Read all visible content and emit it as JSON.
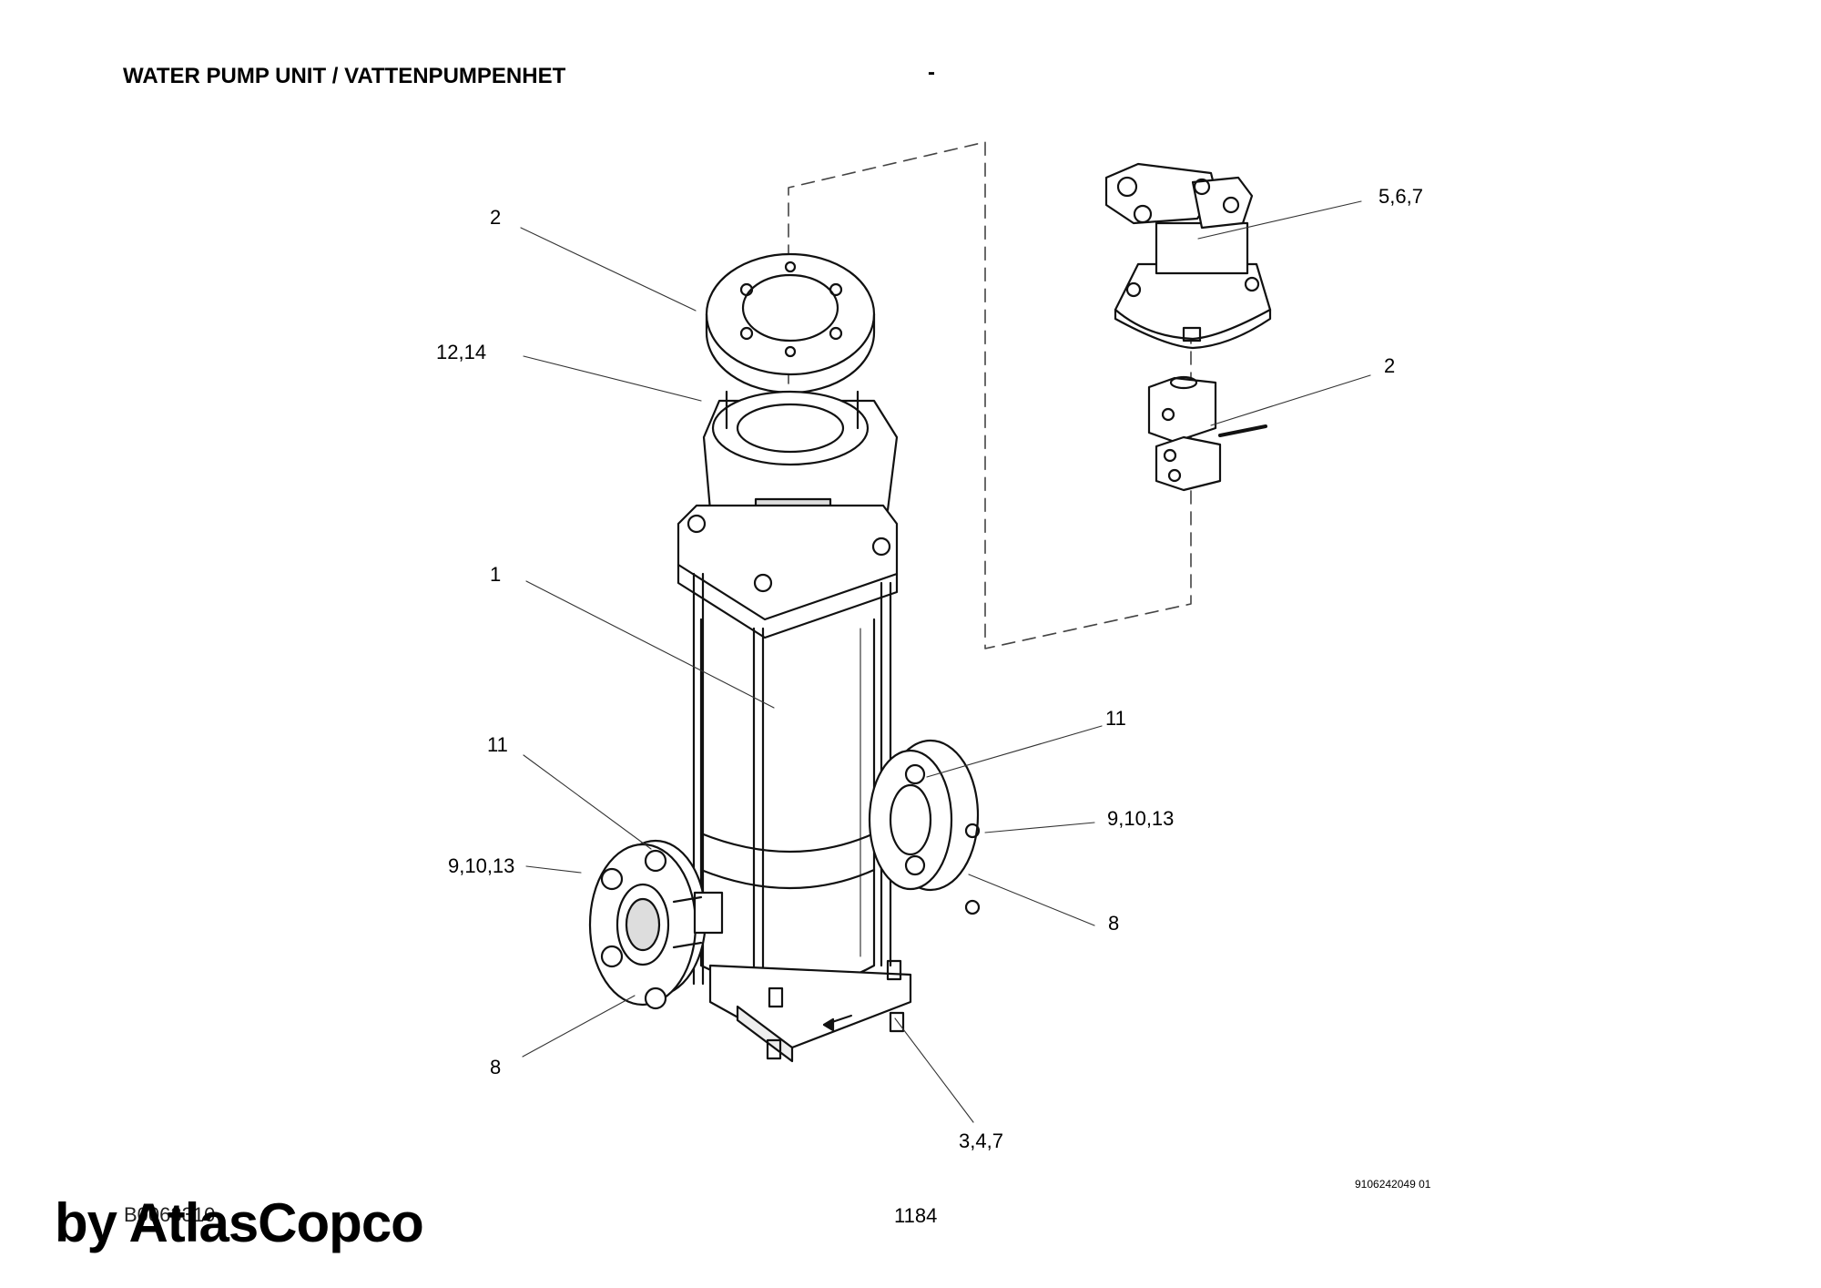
{
  "header": {
    "title": "WATER PUMP UNIT / VATTENPUMPENHET",
    "dash": "-"
  },
  "callouts": {
    "top_flange": "2",
    "gasket": "12,14",
    "motor": "5,6,7",
    "coupling": "2",
    "pump_body": "1",
    "upper_left_fitting": "11",
    "upper_right_fitting": "11",
    "left_flange_bolts": "9,10,13",
    "right_flange_bolts": "9,10,13",
    "left_flange": "8",
    "right_flange": "8",
    "base_bolts": "3,4,7"
  },
  "footer": {
    "document_number": "9106242049 01",
    "page_reference": "B0063310",
    "page_number": "1184",
    "brand": "by AtlasCopco"
  }
}
